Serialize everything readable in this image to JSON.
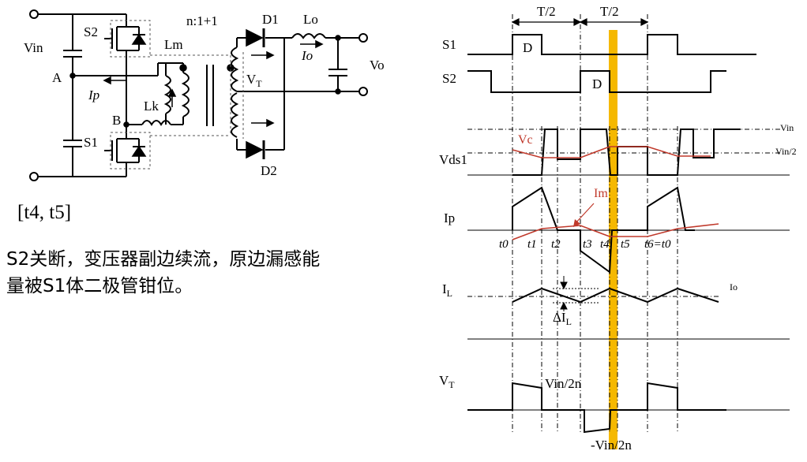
{
  "slide": {
    "interval": "[t4, t5]",
    "description_line1": "S2关断，变压器副边续流，原边漏感能",
    "description_line2": "量被S1体二极管钳位。"
  },
  "circuit": {
    "vin": "Vin",
    "node_a": "A",
    "node_b": "B",
    "s1": "S1",
    "s2": "S2",
    "lm": "Lm",
    "lk": "Lk",
    "ip": "Ip",
    "ratio": "n:1+1",
    "d1": "D1",
    "d2": "D2",
    "lo": "Lo",
    "io": "Io",
    "vt_main": "V",
    "vt_sub": "T",
    "vo": "Vo"
  },
  "waveforms": {
    "half_period_left": "T/2",
    "half_period_right": "T/2",
    "s1": "S1",
    "s2": "S2",
    "duty_s1": "D",
    "duty_s2": "D",
    "vds1": "Vds1",
    "vc": "Vc",
    "vin_level": "Vin",
    "vin_half_level": "Vin/2",
    "ip": "Ip",
    "im": "Im",
    "il_main": "I",
    "il_sub": "L",
    "io_level": "Io",
    "delta_il_main": "ΔI",
    "delta_il_sub": "L",
    "vt_main": "V",
    "vt_sub": "T",
    "vt_pos": "Vin/2n",
    "vt_neg": "-Vin/2n",
    "times": [
      "t0",
      "t1",
      "t2",
      "t3",
      "t4",
      "t5",
      "t6=t0"
    ],
    "highlight_color": "#f5b800",
    "vc_color": "#c0392b"
  }
}
